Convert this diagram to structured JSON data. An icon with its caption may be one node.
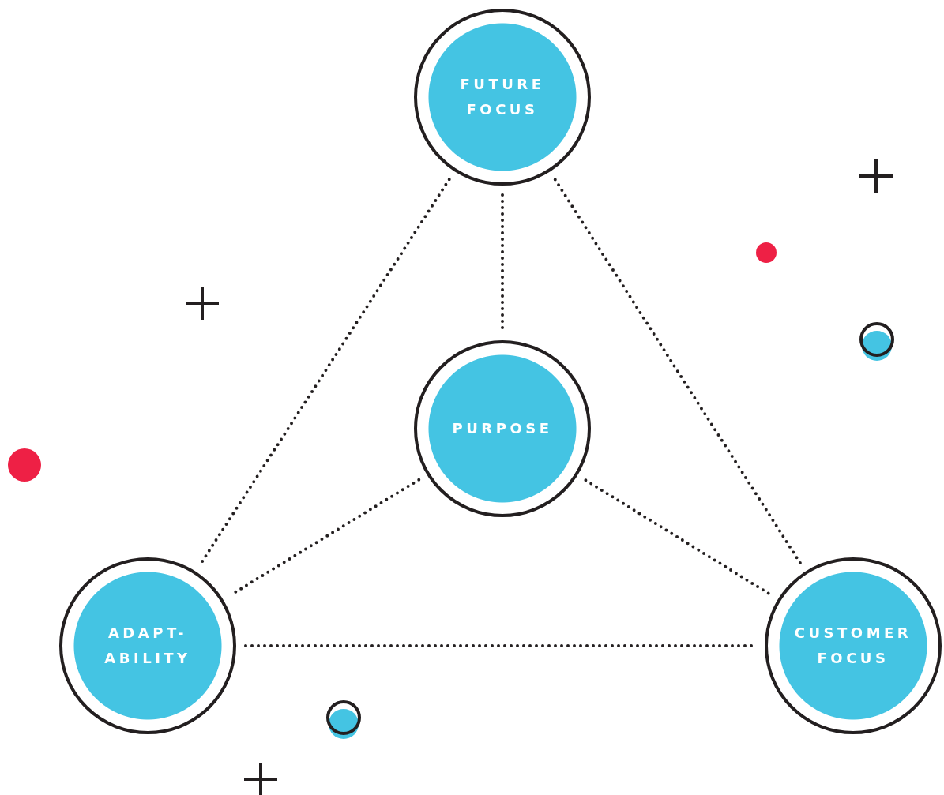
{
  "diagram": {
    "nodes": [
      {
        "text": [
          "FUTURE FOCUS"
        ]
      },
      {
        "text": [
          "PURPOSE"
        ]
      },
      {
        "text": [
          "ADAPT- ABILITY"
        ]
      },
      {
        "text": [
          "CUSTOMER FOCUS"
        ]
      }
    ],
    "edges": [
      {
        "from": 0,
        "to": 1,
        "arrow": "none"
      },
      {
        "from": 0,
        "to": 2,
        "arrow": "none"
      },
      {
        "from": 0,
        "to": 3,
        "arrow": "none"
      },
      {
        "from": 1,
        "to": 2,
        "arrow": "none"
      },
      {
        "from": 1,
        "to": 3,
        "arrow": "none"
      },
      {
        "from": 2,
        "to": 3,
        "arrow": "none"
      }
    ]
  }
}
